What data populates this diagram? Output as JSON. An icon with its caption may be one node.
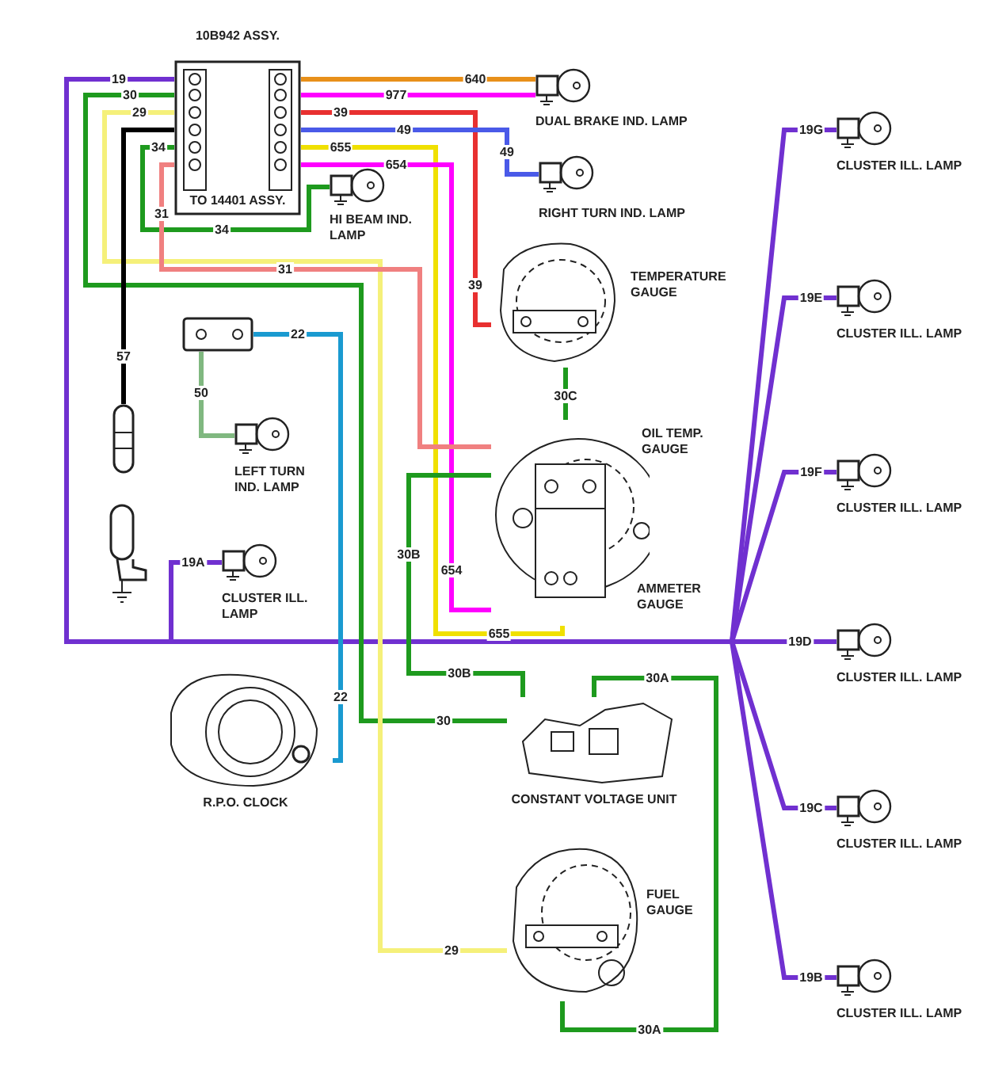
{
  "diagram": {
    "nodes": [
      {
        "text": [
          "10B942 ASSY.",
          "TO 14401 ASSY."
        ]
      },
      {
        "text": [
          "DUAL BRAKE IND. LAMP"
        ]
      },
      {
        "text": [
          "RIGHT TURN IND. LAMP"
        ]
      },
      {
        "text": [
          "HI BEAM IND. LAMP"
        ]
      },
      {
        "text": [
          "TEMPERATURE GAUGE"
        ]
      },
      {
        "text": [
          "OIL TEMP. GAUGE",
          "AMMETER GAUGE"
        ]
      },
      {
        "text": [],
        "shape": "picture"
      },
      {
        "text": [
          "LEFT TURN IND. LAMP"
        ]
      },
      {
        "text": [],
        "shape": "picture"
      },
      {
        "text": [
          "CLUSTER ILL. LAMP"
        ]
      },
      {
        "text": [
          "R.P.O. CLOCK"
        ]
      },
      {
        "text": [
          "CONSTANT VOLTAGE UNIT"
        ]
      },
      {
        "text": [
          "FUEL GAUGE"
        ]
      },
      {
        "text": [
          "CLUSTER ILL. LAMP"
        ]
      },
      {
        "text": [
          "CLUSTER ILL. LAMP"
        ]
      },
      {
        "text": [
          "CLUSTER ILL. LAMP"
        ]
      },
      {
        "text": [
          "CLUSTER ILL. LAMP"
        ]
      },
      {
        "text": [
          "CLUSTER ILL. LAMP"
        ]
      },
      {
        "text": [
          "CLUSTER ILL. LAMP"
        ]
      }
    ],
    "edges": [
      {
        "from": 0,
        "to": 1,
        "arrow": "none",
        "label": "640",
        "color": "#e8901a"
      },
      {
        "from": 0,
        "to": 1,
        "arrow": "none",
        "label": "977",
        "color": "#ff00ff"
      },
      {
        "from": 0,
        "to": 4,
        "arrow": "none",
        "label": "39",
        "color": "#e83030"
      },
      {
        "from": 0,
        "to": 2,
        "arrow": "none",
        "label": "49",
        "color": "#4a5ae8"
      },
      {
        "from": 0,
        "to": 5,
        "arrow": "none",
        "label": "655",
        "color": "#f0e000"
      },
      {
        "from": 0,
        "to": 5,
        "arrow": "none",
        "label": "654",
        "color": "#ff00ff"
      },
      {
        "from": 0,
        "to": 9,
        "arrow": "none",
        "label": "19A",
        "color": "#7030d0"
      },
      {
        "from": 0,
        "to": 13,
        "arrow": "none",
        "label": "19G",
        "color": "#7030d0"
      },
      {
        "from": 0,
        "to": 14,
        "arrow": "none",
        "label": "19E",
        "color": "#7030d0"
      },
      {
        "from": 0,
        "to": 15,
        "arrow": "none",
        "label": "19F",
        "color": "#7030d0"
      },
      {
        "from": 0,
        "to": 16,
        "arrow": "none",
        "label": "19D",
        "color": "#7030d0"
      },
      {
        "from": 0,
        "to": 17,
        "arrow": "none",
        "label": "19C",
        "color": "#7030d0"
      },
      {
        "from": 0,
        "to": 18,
        "arrow": "none",
        "label": "19B",
        "color": "#7030d0"
      },
      {
        "from": 0,
        "to": 11,
        "arrow": "none",
        "label": "30",
        "color": "#1e9a1e"
      },
      {
        "from": 0,
        "to": 12,
        "arrow": "none",
        "label": "29",
        "color": "#f5f07a"
      },
      {
        "from": 0,
        "to": 8,
        "arrow": "none",
        "label": "57",
        "color": "#000000"
      },
      {
        "from": 0,
        "to": 3,
        "arrow": "none",
        "label": "34",
        "color": "#1e9a1e"
      },
      {
        "from": 0,
        "to": 5,
        "arrow": "none",
        "label": "31",
        "color": "#f08080"
      },
      {
        "from": 4,
        "to": 5,
        "arrow": "none",
        "label": "30C",
        "color": "#1e9a1e"
      },
      {
        "from": 5,
        "to": 11,
        "arrow": "none",
        "label": "30B",
        "color": "#1e9a1e"
      },
      {
        "from": 11,
        "to": 12,
        "arrow": "none",
        "label": "30A",
        "color": "#1e9a1e"
      },
      {
        "from": 6,
        "to": 10,
        "arrow": "none",
        "label": "22",
        "color": "#1a9ad0"
      },
      {
        "from": 6,
        "to": 7,
        "arrow": "none",
        "label": "50",
        "color": "#80b880"
      }
    ],
    "labels": [
      "19",
      "30",
      "29",
      "34",
      "49",
      "31",
      "39",
      "30B",
      "654",
      "655",
      "30A",
      "22"
    ]
  }
}
